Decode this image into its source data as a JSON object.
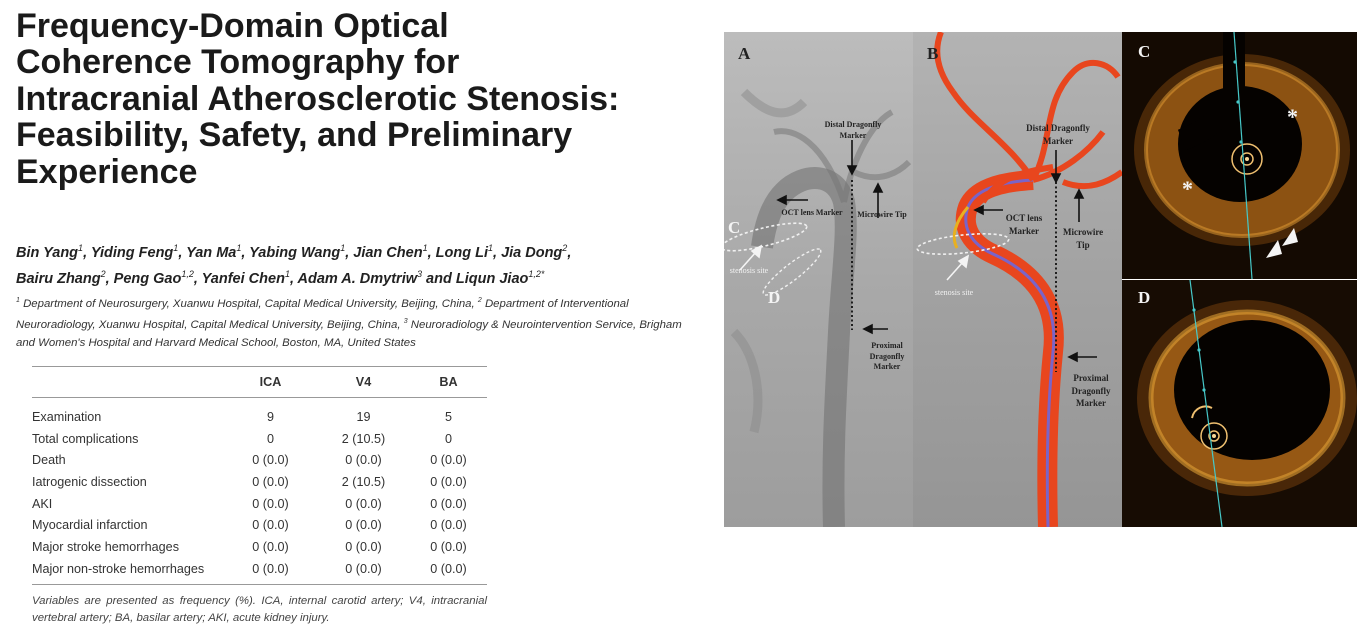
{
  "title_lines": [
    "Frequency-Domain Optical",
    "Coherence Tomography for",
    "Intracranial Atherosclerotic Stenosis:",
    "Feasibility, Safety, and Preliminary",
    "Experience"
  ],
  "authors": [
    {
      "name": "Bin Yang",
      "aff": "1"
    },
    {
      "name": "Yiding Feng",
      "aff": "1"
    },
    {
      "name": "Yan Ma",
      "aff": "1"
    },
    {
      "name": "Yabing Wang",
      "aff": "1"
    },
    {
      "name": "Jian Chen",
      "aff": "1"
    },
    {
      "name": "Long Li",
      "aff": "1"
    },
    {
      "name": "Jia Dong",
      "aff": "2"
    },
    {
      "name": "Bairu Zhang",
      "aff": "2"
    },
    {
      "name": "Peng Gao",
      "aff": "1,2"
    },
    {
      "name": "Yanfei Chen",
      "aff": "1"
    },
    {
      "name": "Adam A. Dmytriw",
      "aff": "3"
    },
    {
      "name": "Liqun Jiao",
      "aff": "1,2*"
    }
  ],
  "affiliations": [
    {
      "num": "1",
      "text": "Department of Neurosurgery, Xuanwu Hospital, Capital Medical University, Beijing, China,"
    },
    {
      "num": "2",
      "text": "Department of Interventional Neuroradiology, Xuanwu Hospital, Capital Medical University, Beijing, China,"
    },
    {
      "num": "3",
      "text": "Neuroradiology & Neurointervention Service, Brigham and Women's Hospital and Harvard Medical School, Boston, MA, United States"
    }
  ],
  "table": {
    "columns": [
      "",
      "ICA",
      "V4",
      "BA"
    ],
    "rows": [
      [
        "Examination",
        "9",
        "19",
        "5"
      ],
      [
        "Total complications",
        "0",
        "2 (10.5)",
        "0"
      ],
      [
        "Death",
        "0 (0.0)",
        "0 (0.0)",
        "0 (0.0)"
      ],
      [
        "Iatrogenic dissection",
        "0 (0.0)",
        "2 (10.5)",
        "0 (0.0)"
      ],
      [
        "AKI",
        "0 (0.0)",
        "0 (0.0)",
        "0 (0.0)"
      ],
      [
        "Myocardial infarction",
        "0 (0.0)",
        "0 (0.0)",
        "0 (0.0)"
      ],
      [
        "Major stroke hemorrhages",
        "0 (0.0)",
        "0 (0.0)",
        "0 (0.0)"
      ],
      [
        "Major non-stroke hemorrhages",
        "0 (0.0)",
        "0 (0.0)",
        "0 (0.0)"
      ]
    ],
    "note": "Variables are presented as frequency (%). ICA, internal carotid artery; V4, intracranial vertebral artery; BA, basilar artery; AKI, acute kidney injury."
  },
  "figure": {
    "panelA": {
      "label": "A",
      "distal_marker": "Distal Dragonfly Marker",
      "oct_lens_marker": "OCT lens Marker",
      "microwire_tip": "Microwire Tip",
      "label_c": "C",
      "label_d": "D",
      "stenosis_site": "stenosis site",
      "proximal_marker": "Proximal Dragonfly Marker"
    },
    "panelB": {
      "label": "B",
      "distal_marker": "Distal Dragonfly Marker",
      "oct_lens_marker": "OCT lens Marker",
      "microwire_tip": "Microwire Tip",
      "stenosis_site": "stenosis site",
      "proximal_marker": "Proximal Dragonfly Marker"
    },
    "panelC": {
      "label": "C",
      "asterisk": "*"
    },
    "panelD": {
      "label": "D"
    }
  },
  "colors": {
    "vessel_red": "#e8461e",
    "oct_orange": "#d88a20",
    "guidewire_cyan": "#46c8c8"
  }
}
